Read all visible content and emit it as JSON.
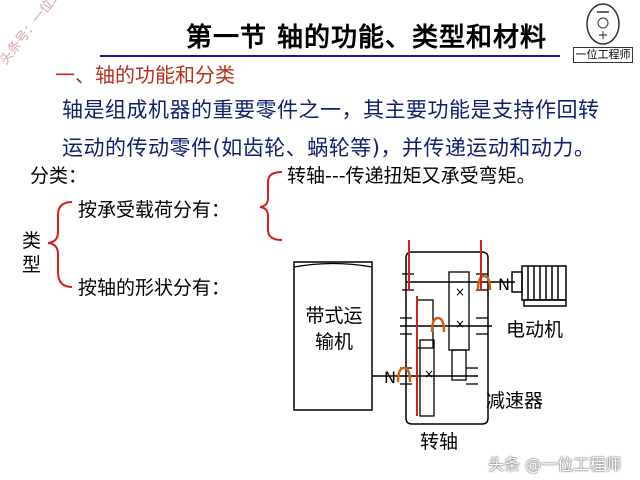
{
  "slide": {
    "title": "第一节 轴的功能、类型和材料",
    "section_heading": "一、轴的功能和分类",
    "paragraph_line1": "轴是组成机器的重要零件之一，其主要功能是支持作回转",
    "paragraph_line2": "运动的传动零件(如齿轮、蜗轮等)，并传递运动和动力。",
    "classification_label": "分类：",
    "rotating_shaft_def": "转轴---传递扭矩又承受弯矩。",
    "by_load": "按承受载荷分有：",
    "by_shape": "按轴的形状分有：",
    "type_char_1": "类",
    "type_char_2": "型"
  },
  "diagram": {
    "conveyor_label": "带式运输机",
    "motor_label": "电动机",
    "reducer_label": "减速器",
    "shaft_label": "转轴"
  },
  "logo": {
    "caption": "一位工程师"
  },
  "watermarks": {
    "diagonal": "头条号：一位工程师",
    "footer": "头条 @一位工程师"
  },
  "colors": {
    "heading_red": "#b5321a",
    "paragraph_blue": "#0f1f6b",
    "marker_red": "#d81e1e",
    "rule_blue": "#1a1a8c",
    "coupling_orange": "#c86414"
  }
}
